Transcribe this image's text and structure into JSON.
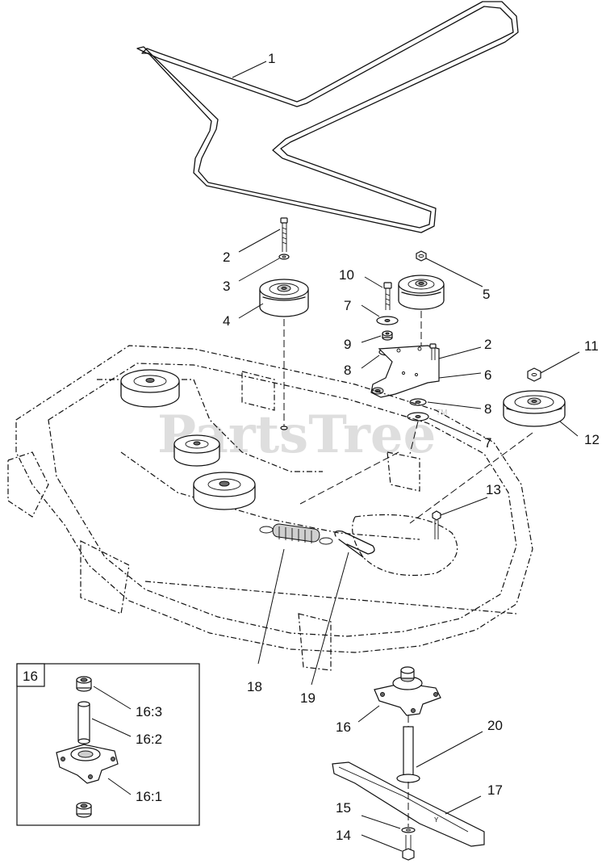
{
  "watermark": {
    "text": "PartsTree",
    "tm": "TM"
  },
  "inset": {
    "title": "16"
  },
  "callouts": [
    {
      "id": "c1",
      "text": "1"
    },
    {
      "id": "c2a",
      "text": "2"
    },
    {
      "id": "c3",
      "text": "3"
    },
    {
      "id": "c4",
      "text": "4"
    },
    {
      "id": "c10",
      "text": "10"
    },
    {
      "id": "c5",
      "text": "5"
    },
    {
      "id": "c7a",
      "text": "7"
    },
    {
      "id": "c9",
      "text": "9"
    },
    {
      "id": "c8a",
      "text": "8"
    },
    {
      "id": "c2b",
      "text": "2"
    },
    {
      "id": "c6",
      "text": "6"
    },
    {
      "id": "c8b",
      "text": "8"
    },
    {
      "id": "c7b",
      "text": "7"
    },
    {
      "id": "c11",
      "text": "11"
    },
    {
      "id": "c12",
      "text": "12"
    },
    {
      "id": "c13",
      "text": "13"
    },
    {
      "id": "c18",
      "text": "18"
    },
    {
      "id": "c19",
      "text": "19"
    },
    {
      "id": "c16main",
      "text": "16"
    },
    {
      "id": "c20",
      "text": "20"
    },
    {
      "id": "c17",
      "text": "17"
    },
    {
      "id": "c15",
      "text": "15"
    },
    {
      "id": "c14",
      "text": "14"
    },
    {
      "id": "c163",
      "text": "16:3"
    },
    {
      "id": "c162",
      "text": "16:2"
    },
    {
      "id": "c161",
      "text": "16:1"
    }
  ]
}
